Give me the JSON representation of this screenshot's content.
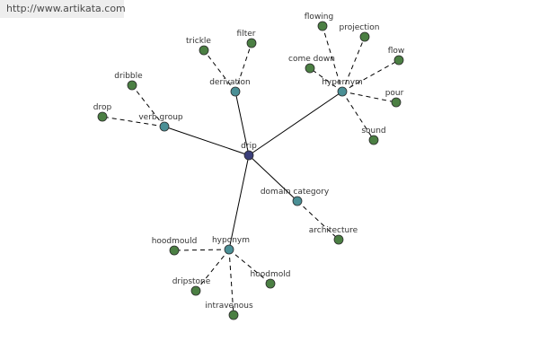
{
  "banner": {
    "url": "http://www.artikata.com"
  },
  "colors": {
    "root": "#3b3f7a",
    "relation": "#4a8f95",
    "leaf": "#4b7f43",
    "node_stroke": "#2a2a2a"
  },
  "graph": {
    "root": "drip",
    "relations": [
      {
        "label": "derivation",
        "leaves": [
          "trickle",
          "filter"
        ]
      },
      {
        "label": "hypernym",
        "leaves": [
          "flowing",
          "projection",
          "flow",
          "come down",
          "pour",
          "sound"
        ]
      },
      {
        "label": "verb group",
        "leaves": [
          "dribble",
          "drop"
        ]
      },
      {
        "label": "domain category",
        "leaves": [
          "architecture"
        ]
      },
      {
        "label": "hyponym",
        "leaves": [
          "hoodmould",
          "hoodmold",
          "dripstone",
          "intravenous"
        ]
      }
    ]
  }
}
